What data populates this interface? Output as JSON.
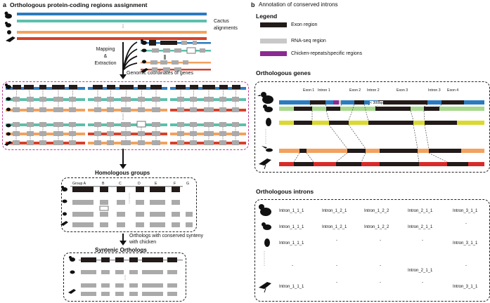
{
  "panel_a": {
    "letter": "a",
    "title": "Orthologous protein-coding regions assignment",
    "cactus_label": "Cactus\nalignments",
    "mapping_label": "Mapping\n&\nExtraction",
    "genomic_label": "Genomic coordinates of genes",
    "homologous_title": "Homologous groups",
    "group_labels": [
      "Group A",
      "B",
      "C",
      "D",
      "E",
      "F",
      "G"
    ],
    "orthologs_label": "Orthologs with conserved synteny\nwith chicken",
    "syntenic_title": "Syntenic Orthologs"
  },
  "panel_b": {
    "letter": "b",
    "title": "Annotation of conserved introns",
    "legend_title": "Legend",
    "legend": [
      {
        "label": "Exon region",
        "color": "#231a1a"
      },
      {
        "label": "RNA-seq region",
        "color": "#c8c8c8"
      },
      {
        "label": "Chicken-repeats/specific regions",
        "color": "#8a2a92"
      }
    ],
    "orth_genes_title": "Orthologous genes",
    "feature_labels": [
      "Exon 1",
      "Intron 1",
      "Exon 2",
      "Intron 2",
      "Exon 3",
      "Intron 3",
      "Exon 4"
    ],
    "bp_label": "< 300bp",
    "orth_introns_title": "Orthologous introns",
    "intron_rows": [
      [
        "Intron_1_1_1",
        "Intron_1_2_1",
        "Intron_1_2_2",
        "Intron_2_1_1",
        "Intron_3_1_1"
      ],
      [
        "Intron_1_1_1",
        "Intron_1_2_1",
        "Intron_1_2_2",
        "Intron_2_1_1",
        "-"
      ],
      [
        "Intron_1_1_1",
        "-",
        "-",
        "-",
        "Intron_3_1_1"
      ],
      [
        "-",
        "-",
        "-",
        "Intron_2_1_1",
        "-"
      ],
      [
        "Intron_1_1_1",
        "-",
        "-",
        "-",
        "Intron_3_1_1"
      ]
    ]
  },
  "colors": {
    "chicken": "#2b7bbf",
    "teal": "#5dbfab",
    "orange": "#f2a25e",
    "red": "#d6422b",
    "green": "#a8d88e",
    "yellow": "#d9d931",
    "red2": "#d92a2a",
    "exon": "#231a1a",
    "rna": "#c8c8c8",
    "purple": "#8a2a92",
    "pink": "#c03a8e"
  }
}
